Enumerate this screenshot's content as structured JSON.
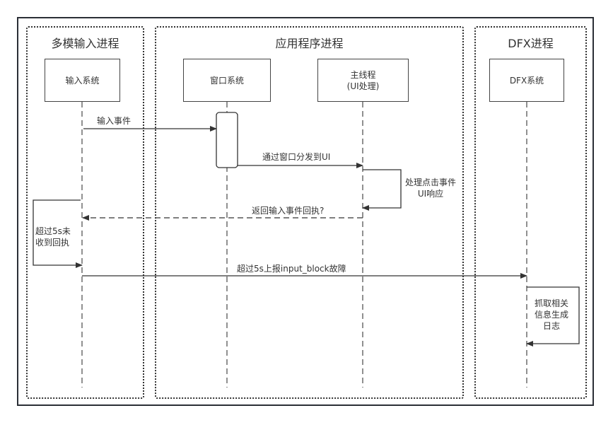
{
  "lanes": [
    {
      "title": "多模输入进程"
    },
    {
      "title": "应用程序进程"
    },
    {
      "title": "DFX进程"
    }
  ],
  "actors": [
    {
      "label": "输入系统"
    },
    {
      "label": "窗口系统"
    },
    {
      "label": "主线程\n(UI处理)"
    },
    {
      "label": "DFX系统"
    }
  ],
  "messages": [
    {
      "label": "输入事件",
      "from": "输入系统",
      "to": "窗口系统",
      "style": "solid"
    },
    {
      "label": "通过窗口分发到UI",
      "from": "窗口系统",
      "to": "主线程(UI处理)",
      "style": "solid"
    },
    {
      "label": "处理点击事件\nUI响应",
      "from": "主线程(UI处理)",
      "to": "主线程(UI处理)",
      "style": "self"
    },
    {
      "label": "返回输入事件回执?",
      "from": "主线程(UI处理)",
      "to": "输入系统",
      "style": "dashed"
    },
    {
      "label": "超过5s未\n收到回执",
      "from": "输入系统",
      "to": "输入系统",
      "style": "self"
    },
    {
      "label": "超过5s上报input_block故障",
      "from": "输入系统",
      "to": "DFX系统",
      "style": "solid"
    },
    {
      "label": "抓取相关\n信息生成\n日志",
      "from": "DFX系统",
      "to": "DFX系统",
      "style": "self"
    }
  ]
}
